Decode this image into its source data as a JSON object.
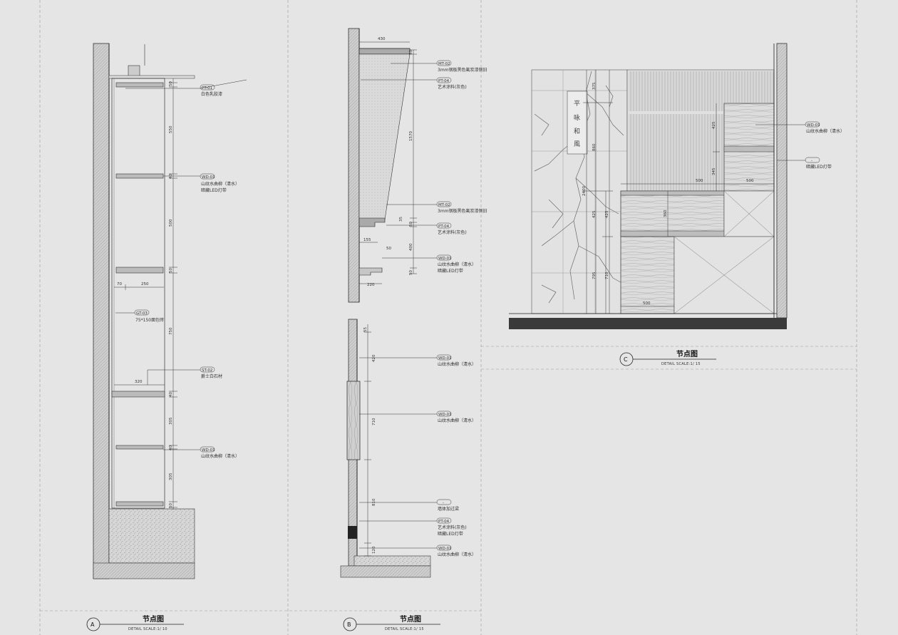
{
  "detail_a": {
    "marker": "A",
    "title": "节点图",
    "subtitle": "DETAIL   SCALE:1/ 10",
    "dims_v": [
      "50",
      "550",
      "40",
      "500",
      "50",
      "750",
      "40",
      "305",
      "40",
      "305",
      "50"
    ],
    "dims_h": [
      "70",
      "250",
      "320"
    ],
    "tags": [
      {
        "code": "PT-01",
        "lines": [
          "白色乳胶漆"
        ]
      },
      {
        "code": "WD-01",
        "lines": [
          "山纹水曲柳（清水）",
          "暗藏LED灯带"
        ]
      },
      {
        "code": "GT-03",
        "lines": [
          "75*150面包砖"
        ]
      },
      {
        "code": "ST-02",
        "lines": [
          "爵士白石材"
        ]
      },
      {
        "code": "WD-01",
        "lines": [
          "山纹水曲柳（清水）"
        ]
      }
    ]
  },
  "detail_b": {
    "marker": "B",
    "title": "节点图",
    "subtitle": "DETAIL   SCALE:1/ 15",
    "dims_top": [
      "430",
      "50",
      "1570",
      "35",
      "50",
      "400",
      "50",
      "155",
      "50",
      "220"
    ],
    "dims_bottom": [
      "55",
      "420",
      "710",
      "810",
      "120"
    ],
    "tags_top": [
      {
        "code": "MT-02",
        "lines": [
          "3mm钢板黑色氟炭漆侧旧"
        ]
      },
      {
        "code": "PT-04",
        "lines": [
          "艺术涂料(灰色)"
        ]
      },
      {
        "code": "MT-02",
        "lines": [
          "3mm钢板黑色氟炭漆侧旧"
        ]
      },
      {
        "code": "PT-04",
        "lines": [
          "艺术涂料(灰色)"
        ]
      },
      {
        "code": "WD-01",
        "lines": [
          "山纹水曲柳（清水）",
          "暗藏LED灯带"
        ]
      }
    ],
    "tags_bottom": [
      {
        "code": "WD-01",
        "lines": [
          "山纹水曲柳（清水）"
        ]
      },
      {
        "code": "WD-01",
        "lines": [
          "山纹水曲柳（清水）"
        ]
      },
      {
        "code": "-",
        "lines": [
          "墙体加过梁"
        ]
      },
      {
        "code": "PT-04",
        "lines": [
          "艺术涂料(灰色)",
          "暗藏LED灯带"
        ]
      },
      {
        "code": "WD-01",
        "lines": [
          "山纹水曲柳（清水）"
        ]
      }
    ]
  },
  "detail_c": {
    "marker": "C",
    "title": "节点图",
    "subtitle": "DETAIL   SCALE:1/ 15",
    "dims": [
      "375",
      "860",
      "2400",
      "425",
      "425",
      "710",
      "795",
      "425",
      "345",
      "360",
      "500",
      "500",
      "500"
    ],
    "calligraphy": [
      "平",
      "咏",
      "和",
      "風"
    ],
    "tags": [
      {
        "code": "WD-01",
        "lines": [
          "山纹水曲柳（清水）"
        ]
      },
      {
        "code": "-",
        "lines": [
          "暗藏LED灯带"
        ]
      }
    ]
  }
}
